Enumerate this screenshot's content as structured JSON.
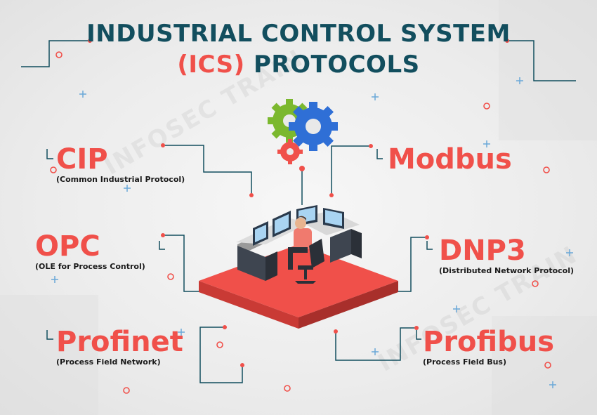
{
  "title": {
    "line1": "INDUSTRIAL CONTROL SYSTEM",
    "line2_accent": "(ICS)",
    "line2_rest": " PROTOCOLS"
  },
  "protocols": {
    "cip": {
      "name": "CIP",
      "full": "(Common Industrial Protocol)"
    },
    "opc": {
      "name": "OPC",
      "full": "(OLE for Process Control)"
    },
    "profinet": {
      "name": "Profinet",
      "full": "(Process Field Network)"
    },
    "modbus": {
      "name": "Modbus"
    },
    "dnp3": {
      "name": "DNP3",
      "full": "(Distributed Network Protocol)"
    },
    "profibus": {
      "name": "Profibus",
      "full": "(Process Field Bus)"
    }
  },
  "watermark": "INFOSEC TRAIN",
  "colors": {
    "navy": "#124e5e",
    "red": "#f0504a",
    "gear_green": "#7bb82e",
    "gear_blue": "#2f6fd6"
  }
}
